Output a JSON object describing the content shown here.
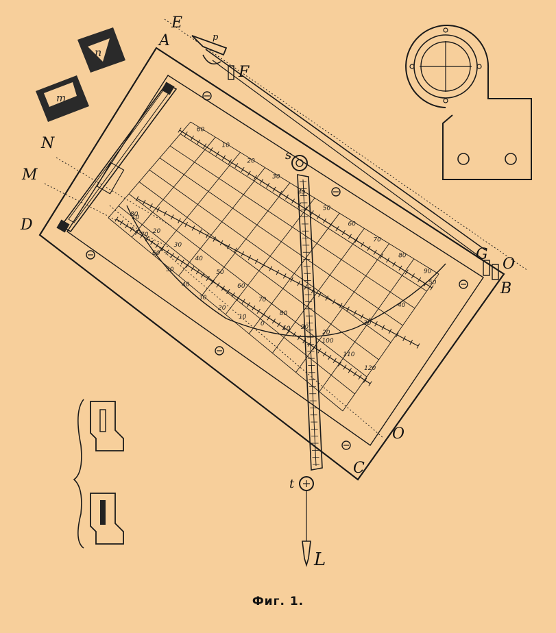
{
  "caption": "Фиг. 1.",
  "labels": {
    "E": "E",
    "A": "A",
    "F": "F",
    "N": "N",
    "M": "M",
    "D": "D",
    "G": "G",
    "O_top": "O",
    "B": "B",
    "O_bottom": "O",
    "C": "C",
    "s": "s",
    "t": "t",
    "L": "L",
    "n": "n",
    "m": "m",
    "p": "p"
  },
  "scales": {
    "top_row": [
      "60",
      "10",
      "20",
      "30",
      "40",
      "50",
      "60",
      "70",
      "80",
      "90"
    ],
    "lower_row": [
      "10",
      "20",
      "30",
      "40",
      "50",
      "60",
      "70",
      "80",
      "90",
      "100",
      "110",
      "120"
    ],
    "curve": [
      "80",
      "70",
      "60",
      "50",
      "40",
      "30",
      "20",
      "10",
      "0",
      "10",
      "20",
      "30",
      "40",
      "50"
    ]
  },
  "colors": {
    "paper": "#f7cf9b",
    "ink": "#1a1a1a"
  }
}
